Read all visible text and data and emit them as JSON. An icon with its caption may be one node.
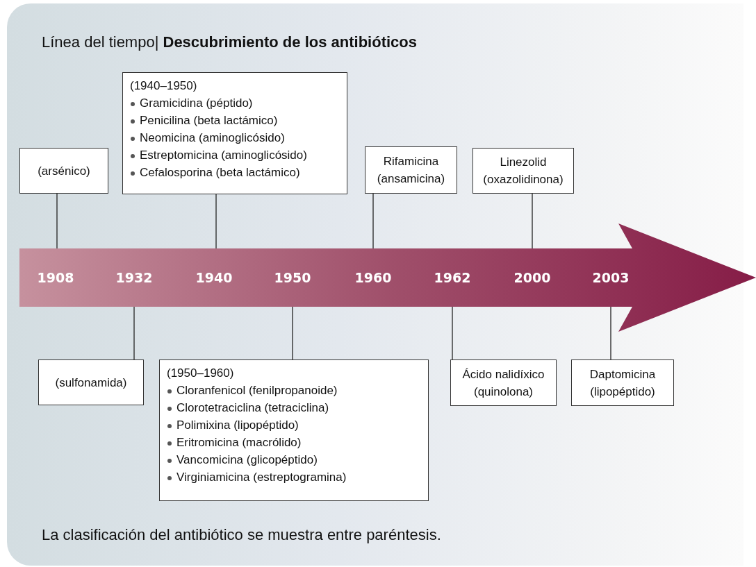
{
  "diagram": {
    "title": "Línea del tiempo| **Descubrimiento de los antibióticos**",
    "caption": "La clasificación del antibiótico se muestra entre paréntesis.",
    "nodes": [
      {
        "text": [
          "(arsénico)"
        ]
      },
      {
        "text": [
          "(1940–1950)",
          "Gramicidina (péptido)",
          "Penicilina (beta lactámico)",
          "Neomicina (aminoglicósido)",
          "Estreptomicina (aminoglicósido)",
          "Cefalosporina (beta lactámico)"
        ]
      },
      {
        "text": [
          "Rifamicina (ansamicina)"
        ]
      },
      {
        "text": [
          "Linezolid (oxazolidinona)"
        ]
      },
      {
        "text": [
          "1908"
        ]
      },
      {
        "text": [
          "1932"
        ]
      },
      {
        "text": [
          "1940"
        ]
      },
      {
        "text": [
          "1950"
        ]
      },
      {
        "text": [
          "1960"
        ]
      },
      {
        "text": [
          "1962"
        ]
      },
      {
        "text": [
          "2000"
        ]
      },
      {
        "text": [
          "2003"
        ]
      },
      {
        "text": [
          "(sulfonamida)"
        ]
      },
      {
        "text": [
          "(1950–1960)",
          "Cloranfenicol (fenilpropanoide)",
          "Clorotetraciclina (tetraciclina)",
          "Polimixina (lipopéptido)",
          "Eritromicina (macrólido)",
          "Vancomicina (glicopéptido)",
          "Virginiamicina (estreptogramina)"
        ]
      },
      {
        "text": [
          "Ácido nalidíxico (quinolona)"
        ]
      },
      {
        "text": [
          "Daptomicina (lipopéptido)"
        ]
      }
    ],
    "edges": [
      {
        "from": 0,
        "to": 4,
        "arrow": "none"
      },
      {
        "from": 1,
        "to": 6,
        "arrow": "none"
      },
      {
        "from": 2,
        "to": 8,
        "arrow": "none"
      },
      {
        "from": 3,
        "to": 10,
        "arrow": "none"
      },
      {
        "from": 5,
        "to": 12,
        "arrow": "none"
      },
      {
        "from": 7,
        "to": 13,
        "arrow": "none"
      },
      {
        "from": 9,
        "to": 14,
        "arrow": "none"
      },
      {
        "from": 11,
        "to": 15,
        "arrow": "none"
      }
    ]
  }
}
